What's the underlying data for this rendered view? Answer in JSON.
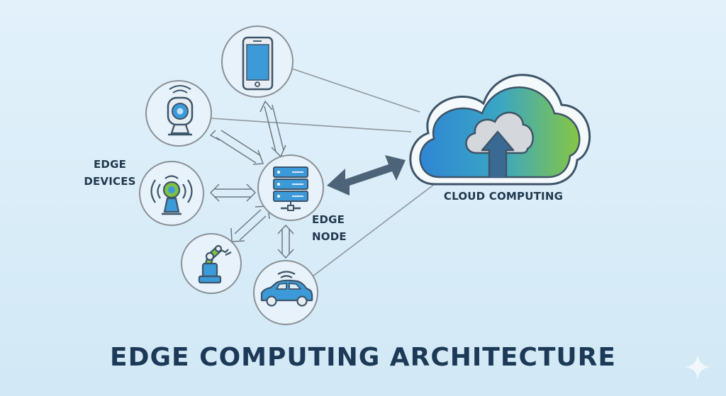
{
  "diagram": {
    "title": "EDGE COMPUTING ARCHITECTURE",
    "edge_devices_label": [
      "EDGE",
      "DEVICES"
    ],
    "edge_node_label": [
      "EDGE",
      "NODE"
    ],
    "cloud_label": "CLOUD COMPUTING",
    "devices": [
      {
        "id": "smartphone",
        "icon": "smartphone-icon"
      },
      {
        "id": "webcam",
        "icon": "webcam-icon"
      },
      {
        "id": "sensor",
        "icon": "wireless-sensor-icon"
      },
      {
        "id": "robot-arm",
        "icon": "robot-arm-icon"
      },
      {
        "id": "car",
        "icon": "connected-car-icon"
      }
    ],
    "edge_node": {
      "icon": "server-rack-icon"
    },
    "cloud": {
      "icon": "cloud-upload-icon"
    },
    "colors": {
      "background": "#dcedf8",
      "text": "#1c3a57",
      "accent_blue": "#2f86c9",
      "accent_green": "#7dc244",
      "outline": "#3e5468",
      "circle_border": "#8a9096"
    }
  }
}
